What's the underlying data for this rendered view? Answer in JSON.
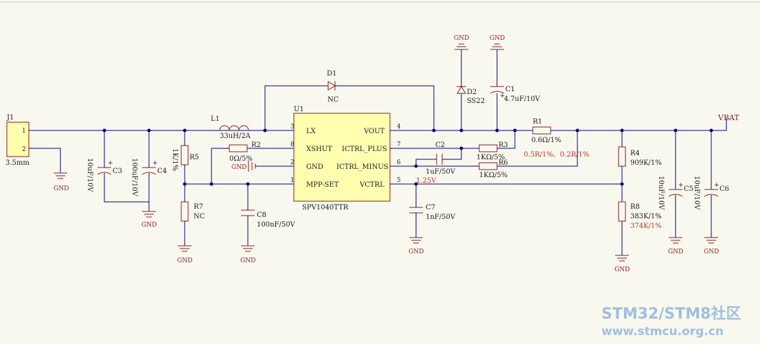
{
  "connector": {
    "ref": "J1",
    "pin1": "1",
    "pin2": "2",
    "size": "3.5mm"
  },
  "ic": {
    "ref": "U1",
    "part": "SPV1040TTR",
    "pins": {
      "lx": "LX",
      "xshut": "XSHUT",
      "gnd": "GND",
      "mpp": "MPP-SET",
      "vout": "VOUT",
      "ictrl_plus": "ICTRL_PLUS",
      "ictrl_minus": "ICTRL_MINUS",
      "vctrl": "VCTRL"
    },
    "pin_numbers": {
      "lx": "3",
      "xshut": "8",
      "gnd": "2",
      "mpp": "1",
      "vout": "4",
      "ictrl_plus": "7",
      "ictrl_minus": "6",
      "vctrl": "5"
    }
  },
  "components": {
    "L1": {
      "ref": "L1",
      "value": "33uH/2A"
    },
    "D1": {
      "ref": "D1",
      "value": "NC"
    },
    "D2": {
      "ref": "D2",
      "value": "SS22"
    },
    "C1": {
      "ref": "C1",
      "value": "4.7uF/10V"
    },
    "C2": {
      "ref": "C2",
      "value": "1uF/50V"
    },
    "C3": {
      "ref": "C3",
      "value": "10uF/10V"
    },
    "C4": {
      "ref": "C4",
      "value": "100uF/10V"
    },
    "C5": {
      "ref": "C5",
      "value": "10uF/10V"
    },
    "C6": {
      "ref": "C6",
      "value": "10uF/10V"
    },
    "C7": {
      "ref": "C7",
      "value": "1nF/50V"
    },
    "C8": {
      "ref": "C8",
      "value": "100nF/50V"
    },
    "R1": {
      "ref": "R1",
      "value": "0.6Ω/1%",
      "note": "0.5R/1%、0.2R/1%"
    },
    "R2": {
      "ref": "R2",
      "value": "0Ω/5%"
    },
    "R3": {
      "ref": "R3",
      "value": "1KΩ/5%"
    },
    "R4": {
      "ref": "R4",
      "value": "909K/1%"
    },
    "R5": {
      "ref": "R5",
      "value": "1K/1%"
    },
    "R6": {
      "ref": "R6",
      "value": "1KΩ/5%"
    },
    "R7": {
      "ref": "R7",
      "value": "NC"
    },
    "R8": {
      "ref": "R8",
      "value": "383K/1%",
      "note": "374K/1%"
    }
  },
  "nets": {
    "vbat": "VBAT",
    "gnd": "GND",
    "vctrl_voltage": "1.25V"
  },
  "watermark": {
    "line1": "STM32/STM8社区",
    "line2": "www.stmcu.org.cn"
  },
  "colors": {
    "wire": "#00008b",
    "part": "#8b1a1a",
    "background": "#f9f8ee",
    "chip_fill": "#ffffb0",
    "note": "#c0302a",
    "watermark": "#9fbfe0"
  }
}
